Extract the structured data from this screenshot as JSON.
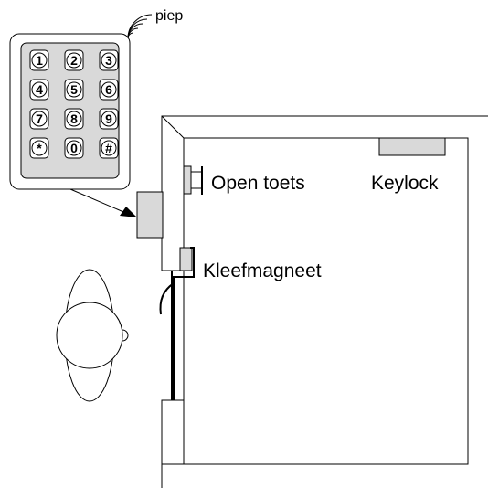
{
  "labels": {
    "beep": "piep",
    "open_button": "Open toets",
    "keylock": "Keylock",
    "magnet": "Kleefmagneet"
  },
  "keypad": {
    "keys": [
      "1",
      "2",
      "3",
      "4",
      "5",
      "6",
      "7",
      "8",
      "9",
      "*",
      "0",
      "#"
    ]
  },
  "colors": {
    "line": "#000000",
    "component_fill": "#d9d9d9",
    "background": "#ffffff"
  }
}
